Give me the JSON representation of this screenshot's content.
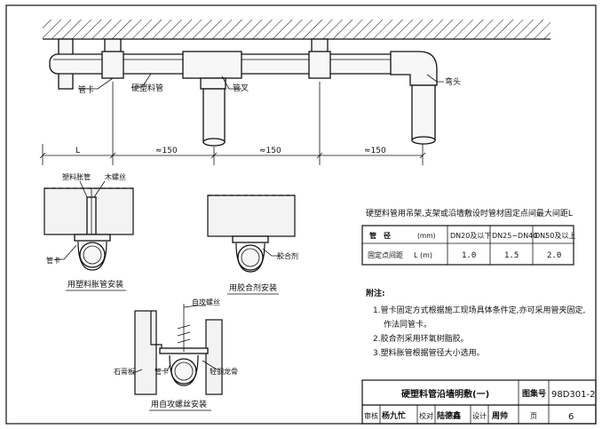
{
  "top": {
    "labels": {
      "clamp": "管卡",
      "pipe": "硬塑料管",
      "tee": "管叉",
      "elbow": "弯头"
    },
    "dimensions": [
      "L",
      "≈150",
      "≈150",
      "≈150"
    ]
  },
  "details": {
    "a": {
      "title": "用塑料胀管安装",
      "plastic_anchor": "塑料胀管",
      "wood_screw": "木螺丝",
      "clamp": "管卡"
    },
    "b": {
      "title": "用胶合剂安装",
      "adhesive": "胶合剂"
    },
    "c": {
      "title": "用自攻螺丝安装",
      "self_tap": "自攻螺丝",
      "stone_nail": "石膏板",
      "clamp": "管卡",
      "light_keel": "轻钢龙骨"
    }
  },
  "spacing_table": {
    "caption": "硬塑料管用吊架,支架或沿墙敷设时管材固定点间最大间距L",
    "headers": [
      "管　径",
      "(mm)",
      "DN20及以下",
      "DN25~DN40",
      "DN50及以上"
    ],
    "row_label": "固定点间距",
    "row_unit": "L (m)",
    "values": [
      "1.0",
      "1.5",
      "2.0"
    ]
  },
  "notes": {
    "heading": "附注:",
    "items": [
      "1.管卡固定方式根据施工现场具体条件定,亦可采用管夹固定,",
      "作法同管卡。",
      "2.胶合剂采用环氧树脂胶。",
      "3.塑料胀管根据管径大小选用。"
    ]
  },
  "title_block": {
    "title": "硬塑料管沿墙明敷(一)",
    "atlas_label": "图集号",
    "atlas_no": "98D301-2",
    "review_label": "审核",
    "review_sig": "杨九忙",
    "check_label": "校对",
    "check_sig": "陆德鑫",
    "design_label": "设计",
    "design_sig": "周帅",
    "page_label": "页",
    "page_no": "6"
  }
}
